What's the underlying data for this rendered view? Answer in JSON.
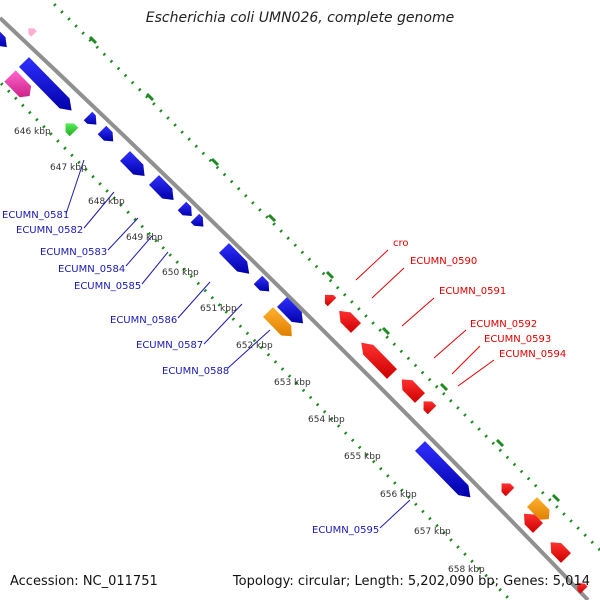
{
  "map": {
    "title": "Escherichia coli UMN026, complete genome",
    "accession": "Accession: NC_011751",
    "topology": "Topology: circular; Length: 5,202,090 bp; Genes: 5,014"
  },
  "kbp_ticks": [
    "646 kbp",
    "647 kbp",
    "648 kbp",
    "649 kbp",
    "650 kbp",
    "651 kbp",
    "652 kbp",
    "653 kbp",
    "654 kbp",
    "655 kbp",
    "656 kbp",
    "657 kbp",
    "658 kbp"
  ],
  "left_genes": [
    "ECUMN_0581",
    "ECUMN_0582",
    "ECUMN_0583",
    "ECUMN_0584",
    "ECUMN_0585",
    "ECUMN_0586",
    "ECUMN_0587",
    "ECUMN_0588",
    "ECUMN_0595"
  ],
  "right_genes": [
    "cro",
    "ECUMN_0590",
    "ECUMN_0591",
    "ECUMN_0592",
    "ECUMN_0593",
    "ECUMN_0594"
  ],
  "colors": {
    "backbone": "#888888",
    "forward_gene": "#0000dd",
    "reverse_gene": "#ee0000",
    "pink_feature": "#ee44aa",
    "green_feature": "#33cc33",
    "orange_feature": "#ff9900",
    "dotted_track": "#228822",
    "left_label": "#1a1ab0",
    "right_label": "#e00000"
  }
}
